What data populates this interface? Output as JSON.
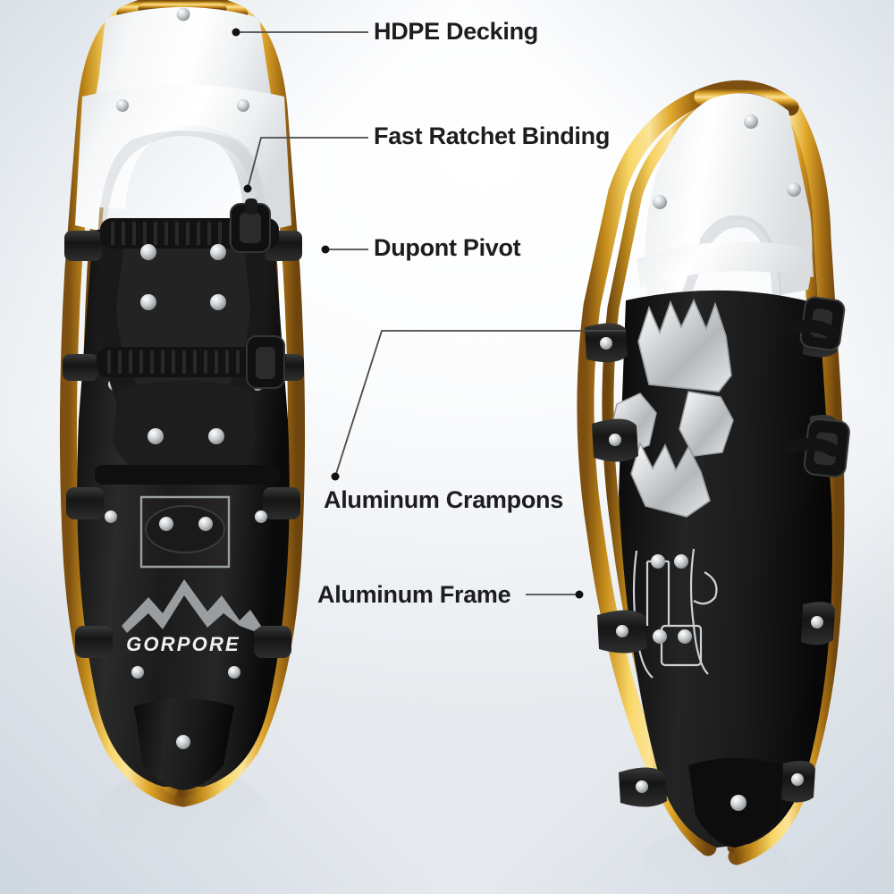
{
  "product": {
    "brand": "GORPORE",
    "type": "aluminum-frame-snowshoes",
    "colors": {
      "frame_gold_light": "#F7CE55",
      "frame_gold_mid": "#D79A22",
      "frame_gold_dark": "#8A5A12",
      "deck_white": "#F3F4F4",
      "deck_black": "#151515",
      "crampon_silver": "#C9CCCE",
      "label_text": "#1d1d1f",
      "leader_line": "#4a4a4a",
      "background_top": "#ffffff",
      "background_edge": "#E1E6EB"
    }
  },
  "callouts": [
    {
      "id": "hdpe",
      "label": "HDPE Decking",
      "anchor_part": "white-hdpe-deck"
    },
    {
      "id": "ratchet",
      "label": "Fast Ratchet Binding",
      "anchor_part": "ratchet-buckle"
    },
    {
      "id": "pivot",
      "label": "Dupont Pivot",
      "anchor_part": "pivot-rod"
    },
    {
      "id": "crampons",
      "label": "Aluminum Crampons",
      "anchor_part": "crampon-teeth"
    },
    {
      "id": "frame",
      "label": "Aluminum Frame",
      "anchor_part": "gold-tube"
    }
  ],
  "views": {
    "left": {
      "name": "front-view-snowshoe",
      "orientation": "flat-top-down"
    },
    "right": {
      "name": "angled-view-snowshoe",
      "orientation": "tilted-three-quarter"
    }
  }
}
